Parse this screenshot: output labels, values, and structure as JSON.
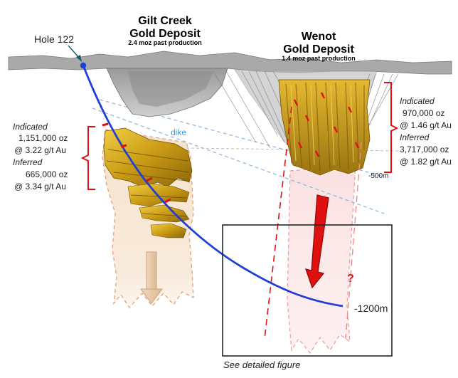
{
  "left_deposit": {
    "title_line1": "Gilt Creek",
    "title_line2": "Gold Deposit",
    "production": "2.4 moz past production"
  },
  "right_deposit": {
    "title_line1": "Wenot",
    "title_line2": "Gold Deposit",
    "production": "1.4 moz past production"
  },
  "hole_label": "Hole 122",
  "dike_label": "dike",
  "left_resources": {
    "indicated_label": "Indicated",
    "indicated_oz": "1,151,000 oz",
    "indicated_grade": "@ 3.22 g/t Au",
    "inferred_label": "Inferred",
    "inferred_oz": "665,000 oz",
    "inferred_grade": "@ 3.34 g/t Au"
  },
  "right_resources": {
    "indicated_label": "Indicated",
    "indicated_oz": "970,000 oz",
    "indicated_grade": "@ 1.46 g/t Au",
    "inferred_label": "Inferred",
    "inferred_oz": "3,717,000 oz",
    "inferred_grade": "@ 1.82 g/t Au"
  },
  "depth_500": "-500m",
  "depth_1200": "-1200m",
  "question_mark": "?",
  "caption": "See detailed figure",
  "colors": {
    "drill_hole": "#1f3fd6",
    "bracket": "#e01010",
    "dike": "#8ab4e0",
    "ore": "#c99a14",
    "halo_left": "#f5e2cc",
    "halo_right": "#fbe3e3",
    "arrow_red": "#e01010",
    "arrow_tan": "#e8c9a8",
    "box_border": "#1d2a2a"
  }
}
